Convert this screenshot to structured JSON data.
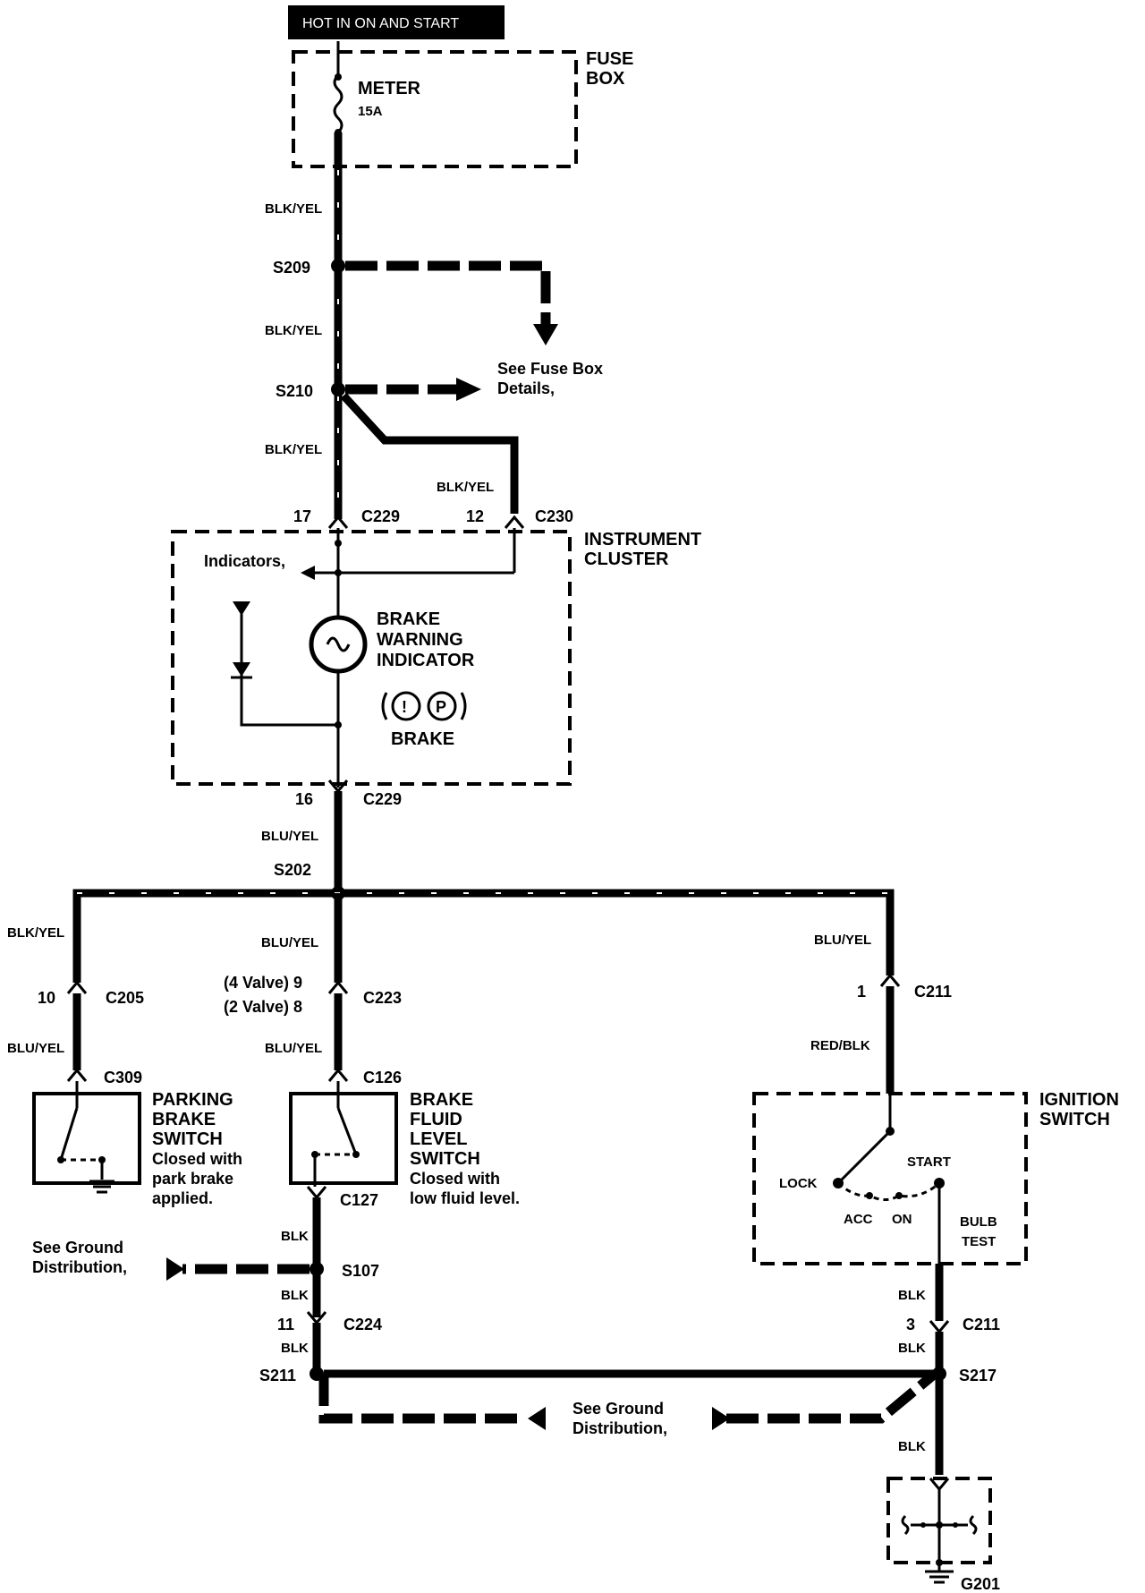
{
  "header": {
    "title": "HOT IN ON AND START"
  },
  "fuse_box": {
    "label_line1": "FUSE",
    "label_line2": "BOX",
    "fuse_name": "METER",
    "fuse_rating": "15A"
  },
  "wires": {
    "blk_yel": "BLK/YEL",
    "blu_yel": "BLU/YEL",
    "red_blk": "RED/BLK",
    "blk": "BLK"
  },
  "splices": {
    "s209": "S209",
    "s210": "S210",
    "s202": "S202",
    "s107": "S107",
    "s211": "S211",
    "s217": "S217"
  },
  "fuse_details_note": {
    "line1": "See Fuse Box",
    "line2": "Details,"
  },
  "connectors": {
    "c229": "C229",
    "c230": "C230",
    "c205": "C205",
    "c223": "C223",
    "c211": "C211",
    "c309": "C309",
    "c126": "C126",
    "c127": "C127",
    "c224": "C224",
    "pin17": "17",
    "pin12": "12",
    "pin16": "16",
    "pin10": "10",
    "pin4v": "(4 Valve) 9",
    "pin2v": "(2 Valve) 8",
    "pin1": "1",
    "pin11": "11",
    "pin3": "3"
  },
  "instrument_cluster": {
    "label_line1": "INSTRUMENT",
    "label_line2": "CLUSTER",
    "indicators": "Indicators,",
    "brake_line1": "BRAKE",
    "brake_line2": "WARNING",
    "brake_line3": "INDICATOR",
    "symbol_excl": "!",
    "symbol_p": "P",
    "brake_text": "BRAKE"
  },
  "parking_brake": {
    "line1": "PARKING",
    "line2": "BRAKE",
    "line3": "SWITCH",
    "line4": "Closed with",
    "line5": "park brake",
    "line6": "applied."
  },
  "brake_fluid": {
    "line1": "BRAKE",
    "line2": "FLUID",
    "line3": "LEVEL",
    "line4": "SWITCH",
    "line5": "Closed with",
    "line6": "low fluid level."
  },
  "ignition": {
    "label_line1": "IGNITION",
    "label_line2": "SWITCH",
    "lock": "LOCK",
    "acc": "ACC",
    "on": "ON",
    "start": "START",
    "bulb": "BULB",
    "test": "TEST"
  },
  "ground_notes": {
    "left_line1": "See Ground",
    "left_line2": "Distribution,",
    "bottom_line1": "See Ground",
    "bottom_line2": "Distribution,"
  },
  "ground": {
    "g201": "G201"
  }
}
